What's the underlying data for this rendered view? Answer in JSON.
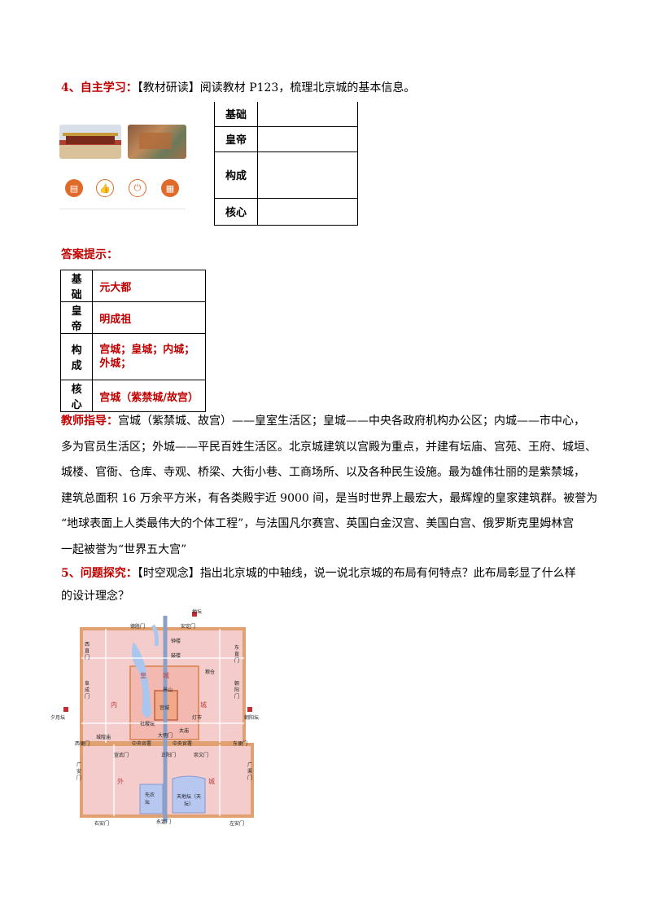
{
  "q4": {
    "num": "4、",
    "head": "自主学习：",
    "body": "【教材研读】阅读教材 P123，梳理北京城的基本信息。"
  },
  "blank_table": {
    "rows": [
      "基础",
      "皇帝",
      "构成",
      "核心"
    ]
  },
  "icons": [
    "notes-icon",
    "like-icon",
    "power-icon",
    "bookmark-icon"
  ],
  "answer": {
    "title": "答案提示：",
    "rows": [
      {
        "key": "基础",
        "value": "元大都"
      },
      {
        "key": "皇帝",
        "value": "明成祖"
      },
      {
        "key": "构成",
        "value_line1": "宫城；皇城；内城；",
        "value_line2": "外城；"
      },
      {
        "key": "核心",
        "value": "宫城（紫禁城/故宫）"
      }
    ]
  },
  "teacher": {
    "head": "教师指导：",
    "lines": [
      "宫城（紫禁城、故宫）——皇室生活区；皇城——中央各政府机构办公区；内城——市中心，",
      "多为官员生活区；外城——平民百姓生活区。北京城建筑以宫殿为重点，并建有坛庙、宫苑、王府、城垣、",
      "城楼、官衙、仓库、寺观、桥梁、大街小巷、工商场所、以及各种民生设施。最为雄伟壮丽的是紫禁城，",
      "建筑总面积 16 万余平方米，有各类殿宇近 9000 间，是当时世界上最宏大，最辉煌的皇家建筑群。被誉为",
      "“地球表面上人类最伟大的个体工程”，与法国凡尔赛宫、英国白金汉宫、美国白宫、俄罗斯克里姆林宫",
      "一起被誉为“世界五大宫”"
    ]
  },
  "q5": {
    "num": "5、",
    "head": "问题探究：",
    "line1": "【时空观念】指出北京城的中轴线，说一说北京城的布局有何特点？此布局彰显了什么样",
    "line2": "的设计理念？"
  },
  "map": {
    "labels": {
      "ditan": "地坛",
      "andingmen": "安定门",
      "deshengmen": "德胜门",
      "zhonglou": "钟楼",
      "gulou": "鼓楼",
      "xizhimen": "西直门",
      "dongzhimen": "东直门",
      "chaoyangmen": "朝阳门",
      "fucheng": "阜成门",
      "yuetan": "夕月坛",
      "ritan": "朝阳坛",
      "huang": "皇",
      "cheng": "城",
      "nei": "内",
      "cheng2": "城",
      "gongcheng": "宫城",
      "jingshan": "景山",
      "liangcang": "粮仓",
      "dengshi": "灯市",
      "chenghuangmiao": "城隍庙",
      "zhongyangguanshu1": "中央官署",
      "zhongyangguanshu2": "中央官署",
      "damingmen": "大明门",
      "taimiao": "太庙",
      "sheji": "社稷坛",
      "xibianmen": "西便门",
      "dongbianmen": "东便门",
      "xuanwumen": "宣武门",
      "zhengyangmen": "正阳门",
      "chongwenmen": "崇文门",
      "guanganmen": "广安门",
      "guangqumen": "广渠门",
      "wai": "外",
      "cheng3": "城",
      "xiannongtan": "先农坛",
      "tiandi": "天地坛（天坛）",
      "youanmen": "右安门",
      "yongdingmen": "永定门",
      "zuoanmen": "左安门"
    }
  }
}
